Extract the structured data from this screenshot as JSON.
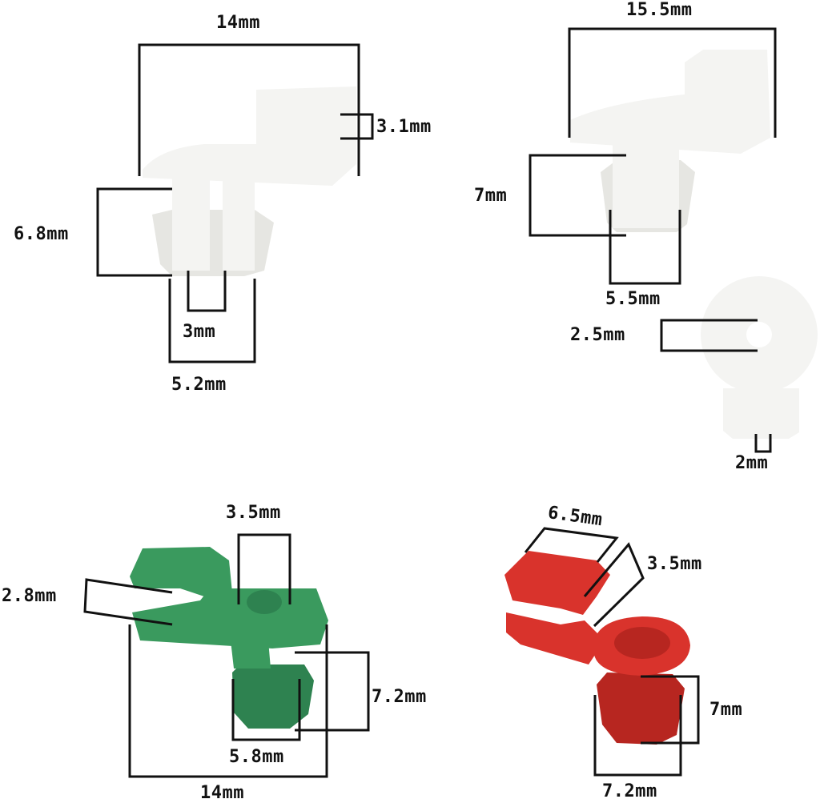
{
  "colors": {
    "white_part": "#f4f4f2",
    "white_shade": "#e6e6e2",
    "green_part": "#3a9a5e",
    "green_shade": "#2e8250",
    "red_part": "#d9332c",
    "red_shade": "#b72620",
    "dimension_line": "#111111"
  },
  "parts": {
    "white_clip_a": {
      "width": "14mm",
      "slot": "3.1mm",
      "shank_height": "6.8mm",
      "gap": "3mm",
      "shank_width": "5.2mm"
    },
    "white_clip_b": {
      "width": "15.5mm",
      "shank_height": "7mm",
      "shank_width": "5.5mm"
    },
    "white_ring": {
      "hole": "2.5mm",
      "slit": "2mm"
    },
    "green_clip": {
      "top_slot": "3.5mm",
      "side_slot": "2.8mm",
      "shank_height": "7.2mm",
      "shank_width": "5.8mm",
      "width": "14mm"
    },
    "red_clip": {
      "top_length": "6.5mm",
      "slot": "3.5mm",
      "shank_height": "7mm",
      "shank_width": "7.2mm"
    }
  }
}
